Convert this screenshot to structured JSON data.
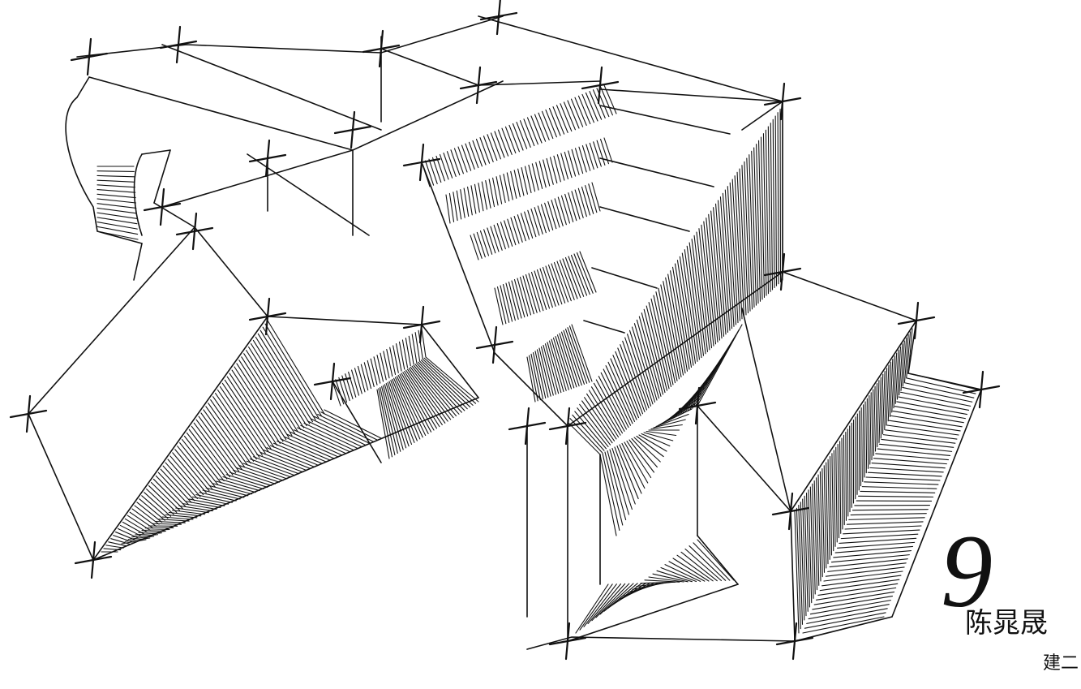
{
  "artwork": {
    "signature": {
      "number": "9",
      "name": "陈晁晟",
      "class_mark": "建二"
    },
    "ink_color": "#111111",
    "paper_color": "#ffffff"
  }
}
